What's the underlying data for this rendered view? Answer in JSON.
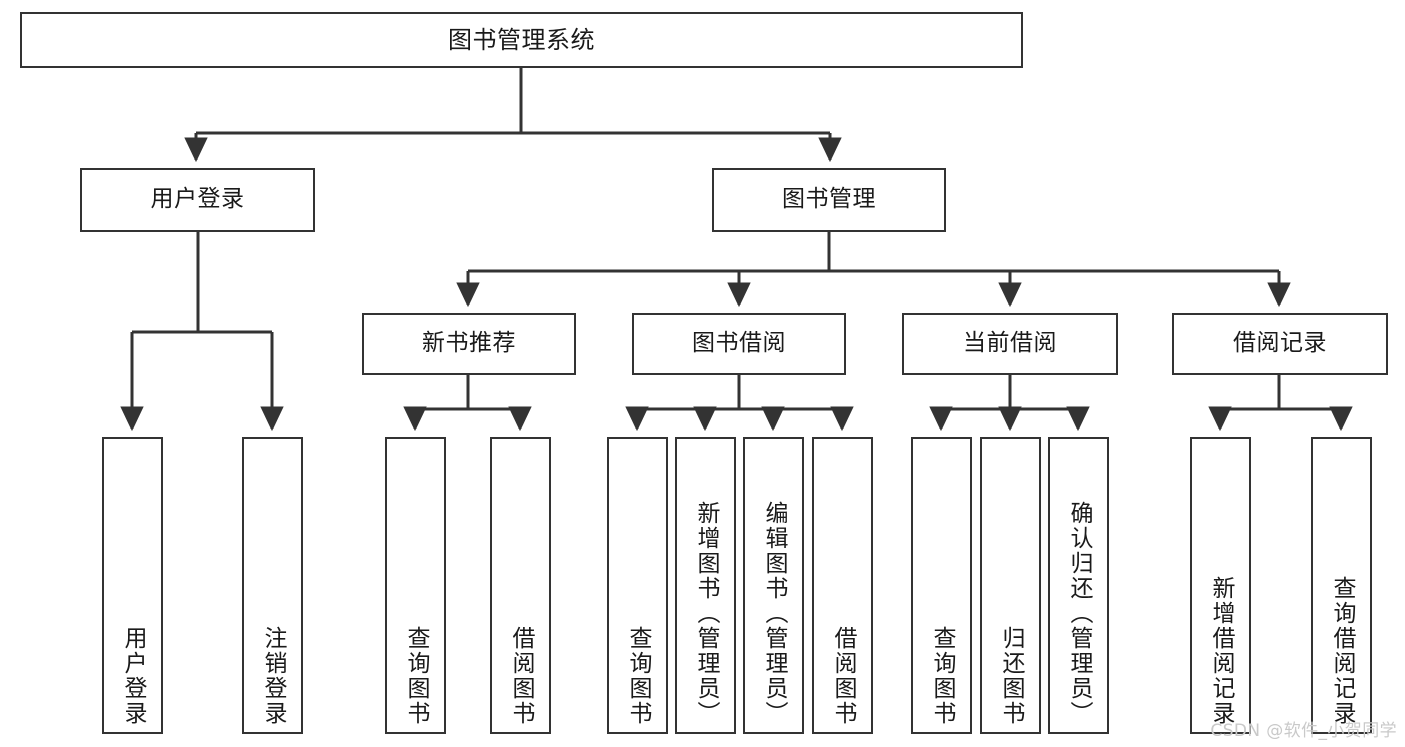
{
  "diagram": {
    "title": "图书管理系统",
    "watermark": "CSDN @软件_小贺同学",
    "colors": {
      "box_border": "#333333",
      "box_fill": "#ffffff",
      "connector": "#333333",
      "text": "#1a1a1a",
      "watermark": "#c9c9c9",
      "background": "#ffffff"
    },
    "root": {
      "label": "图书管理系统"
    },
    "level2": [
      {
        "label": "用户登录"
      },
      {
        "label": "图书管理"
      }
    ],
    "level3": [
      {
        "label": "新书推荐"
      },
      {
        "label": "图书借阅"
      },
      {
        "label": "当前借阅"
      },
      {
        "label": "借阅记录"
      }
    ],
    "leaves": {
      "user_login": [
        {
          "label": "用户登录"
        },
        {
          "label": "注销登录"
        }
      ],
      "new_book_recommend": [
        {
          "label": "查询图书"
        },
        {
          "label": "借阅图书"
        }
      ],
      "book_borrow": [
        {
          "label": "查询图书"
        },
        {
          "label": "新增图书（管理员）"
        },
        {
          "label": "编辑图书（管理员）"
        },
        {
          "label": "借阅图书"
        }
      ],
      "current_borrow": [
        {
          "label": "查询图书"
        },
        {
          "label": "归还图书"
        },
        {
          "label": "确认归还（管理员）"
        }
      ],
      "borrow_record": [
        {
          "label": "新增借阅记录"
        },
        {
          "label": "查询借阅记录"
        }
      ]
    }
  }
}
